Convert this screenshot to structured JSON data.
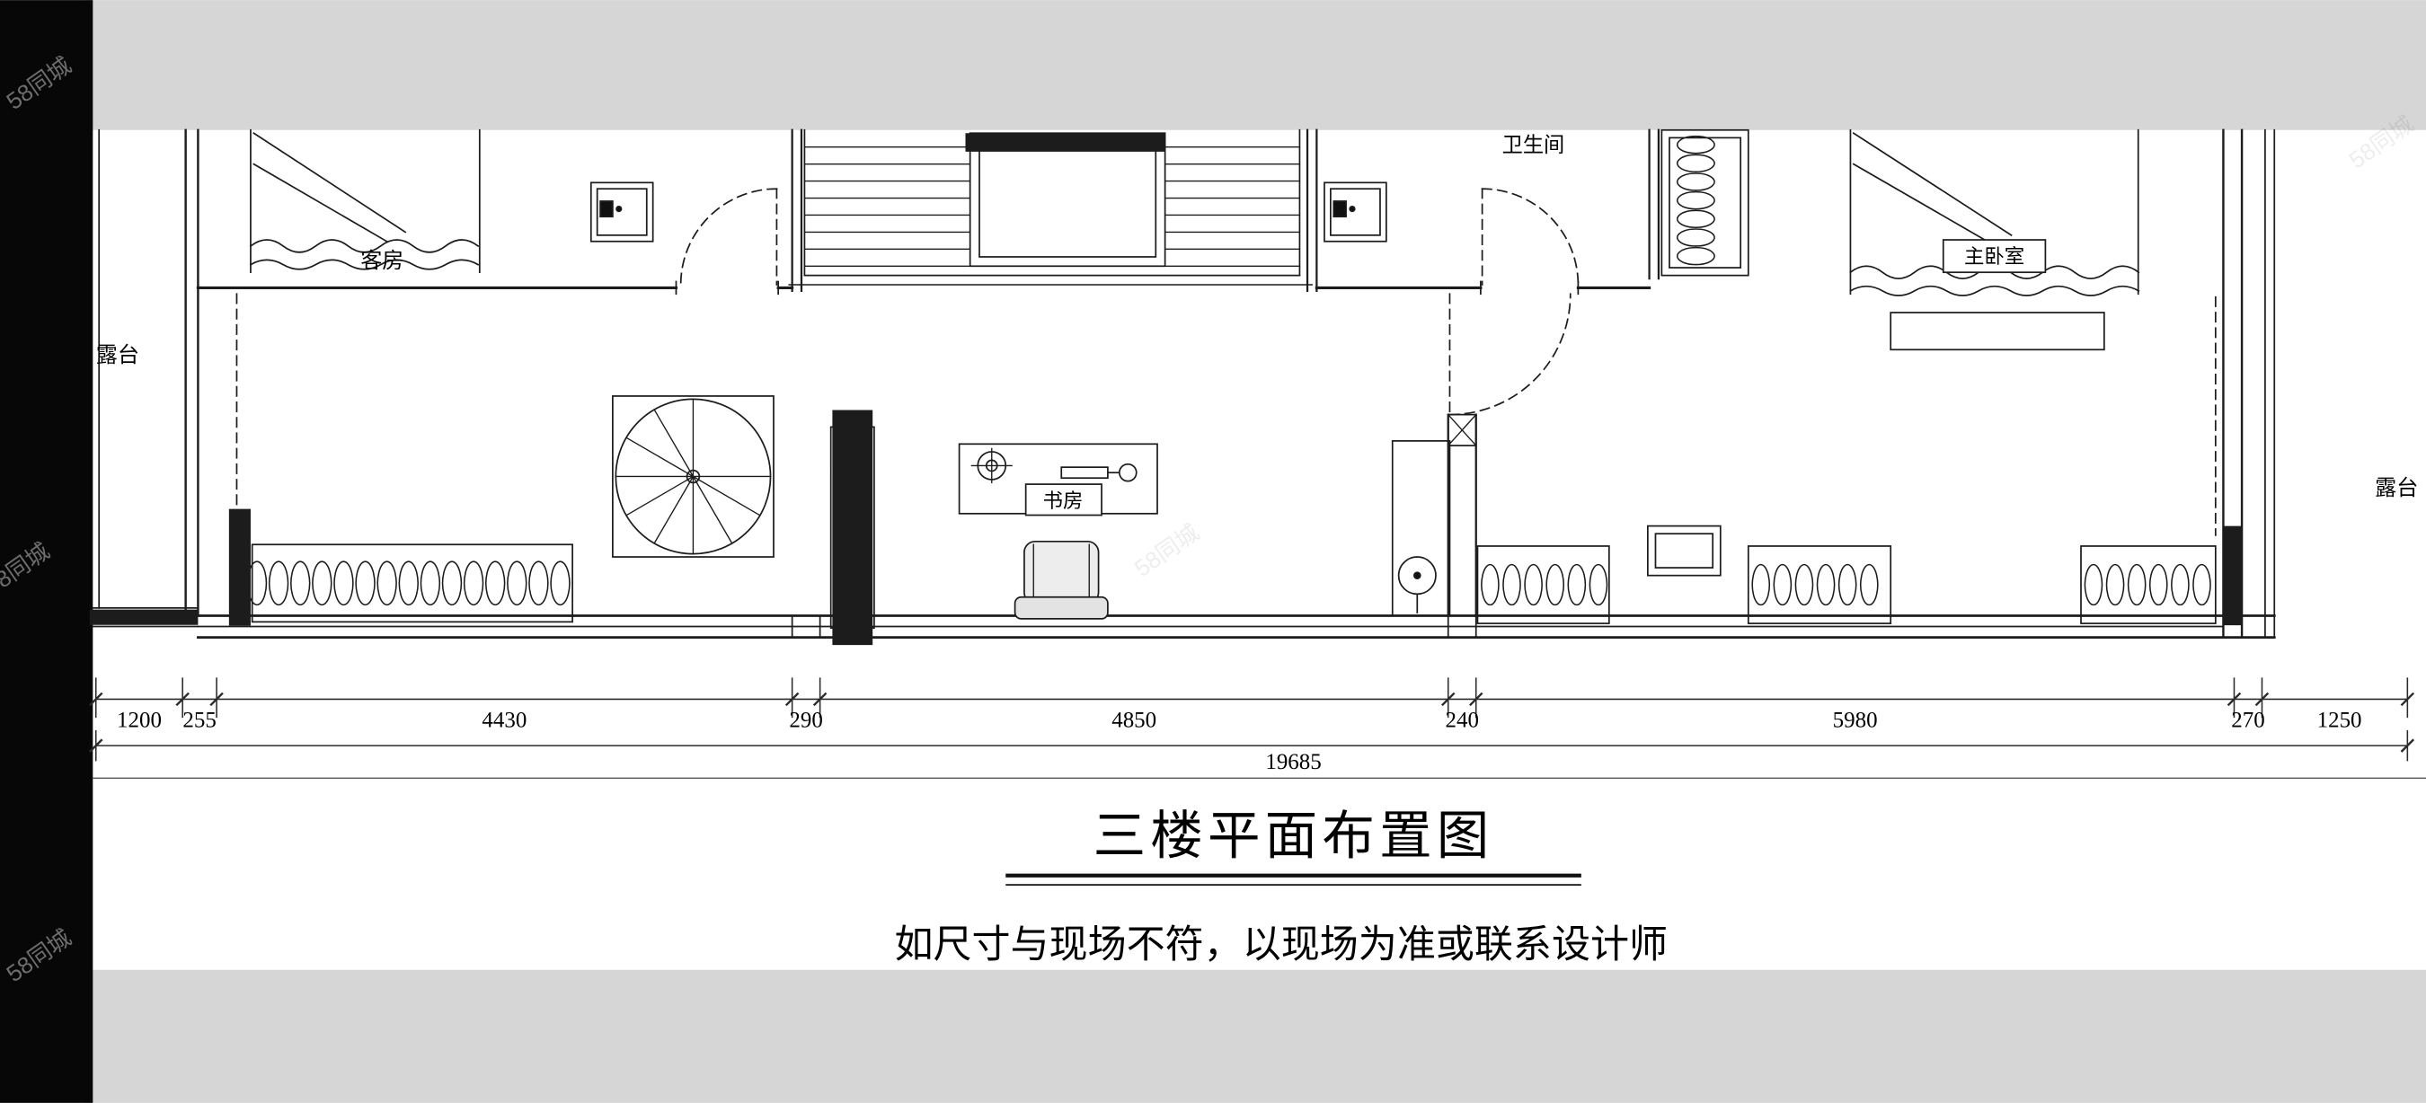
{
  "watermark": {
    "text": "58同城"
  },
  "rooms": {
    "terrace_left": "露台",
    "guest_room": "客房",
    "bathroom": "卫生间",
    "study": "书房",
    "master_bedroom": "主卧室",
    "terrace_right": "露台"
  },
  "dimensions": {
    "segments": [
      "1200",
      "255",
      "4430",
      "290",
      "4850",
      "240",
      "5980",
      "270",
      "1250"
    ],
    "total": "19685"
  },
  "title": "三楼平面布置图",
  "note": "如尺寸与现场不符，以现场为准或联系设计师",
  "colors": {
    "band": "#d6d6d6",
    "sidebar": "#000000",
    "line": "#1c1c1c"
  }
}
